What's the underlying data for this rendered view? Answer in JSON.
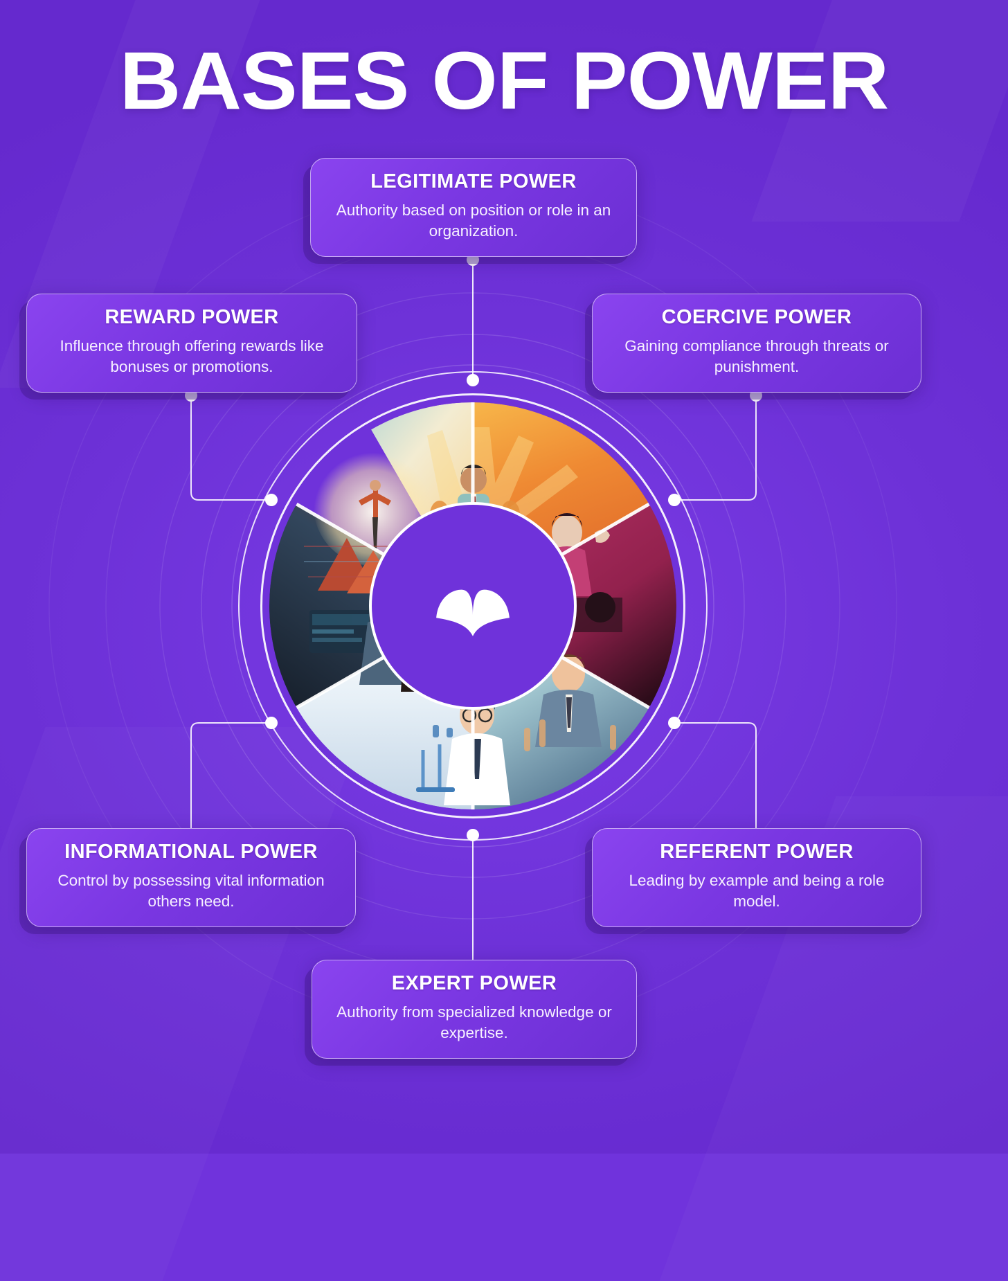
{
  "page": {
    "title": "BASES OF POWER",
    "background_color": "#7033DC",
    "accent_color": "#8A44EF",
    "hub_color": "#6F32DA",
    "card_border_color": "#FFFFFF"
  },
  "center": {
    "logo_icon": "leaf-sprout-logo-icon",
    "segments": [
      {
        "id": "reward",
        "label": "reward-segment",
        "image": "woman-arms-raised-on-mountain-peak-illustration",
        "colors": [
          "#e9f0e6",
          "#f5e7c8",
          "#c8543a"
        ]
      },
      {
        "id": "legitimate",
        "label": "legitimate-segment",
        "image": "executive-in-suit-before-crowd-sunburst-illustration",
        "colors": [
          "#f5a33c",
          "#e8762e",
          "#8fc4c2"
        ]
      },
      {
        "id": "coercive",
        "label": "coercive-segment",
        "image": "angry-manager-scolding-employees-illustration",
        "colors": [
          "#b52e63",
          "#8e1f4d",
          "#3a1020"
        ]
      },
      {
        "id": "referent",
        "label": "referent-segment",
        "image": "smiling-leader-arms-open-with-cheering-crowd-illustration",
        "colors": [
          "#7fb2c2",
          "#efe3c8",
          "#4a6b86"
        ]
      },
      {
        "id": "expert",
        "label": "expert-segment",
        "image": "scientist-in-lab-coat-with-glassware-illustration",
        "colors": [
          "#ffffff",
          "#dbe8f2",
          "#2b4a6e"
        ]
      },
      {
        "id": "informational",
        "label": "informational-segment",
        "image": "analyst-at-multi-monitor-trading-desk-illustration",
        "colors": [
          "#2a3b52",
          "#1b2736",
          "#7b3c3c"
        ]
      }
    ]
  },
  "cards": {
    "legitimate": {
      "title": "LEGITIMATE POWER",
      "description": "Authority based on position or role in an organization."
    },
    "reward": {
      "title": "REWARD POWER",
      "description": "Influence through offering rewards like bonuses or promotions."
    },
    "coercive": {
      "title": "COERCIVE POWER",
      "description": "Gaining compliance through threats or punishment."
    },
    "informational": {
      "title": "INFORMATIONAL POWER",
      "description": "Control by possessing vital information others need."
    },
    "referent": {
      "title": "REFERENT POWER",
      "description": "Leading by example and being a role model."
    },
    "expert": {
      "title": "EXPERT POWER",
      "description": "Authority from specialized knowledge or expertise."
    }
  }
}
